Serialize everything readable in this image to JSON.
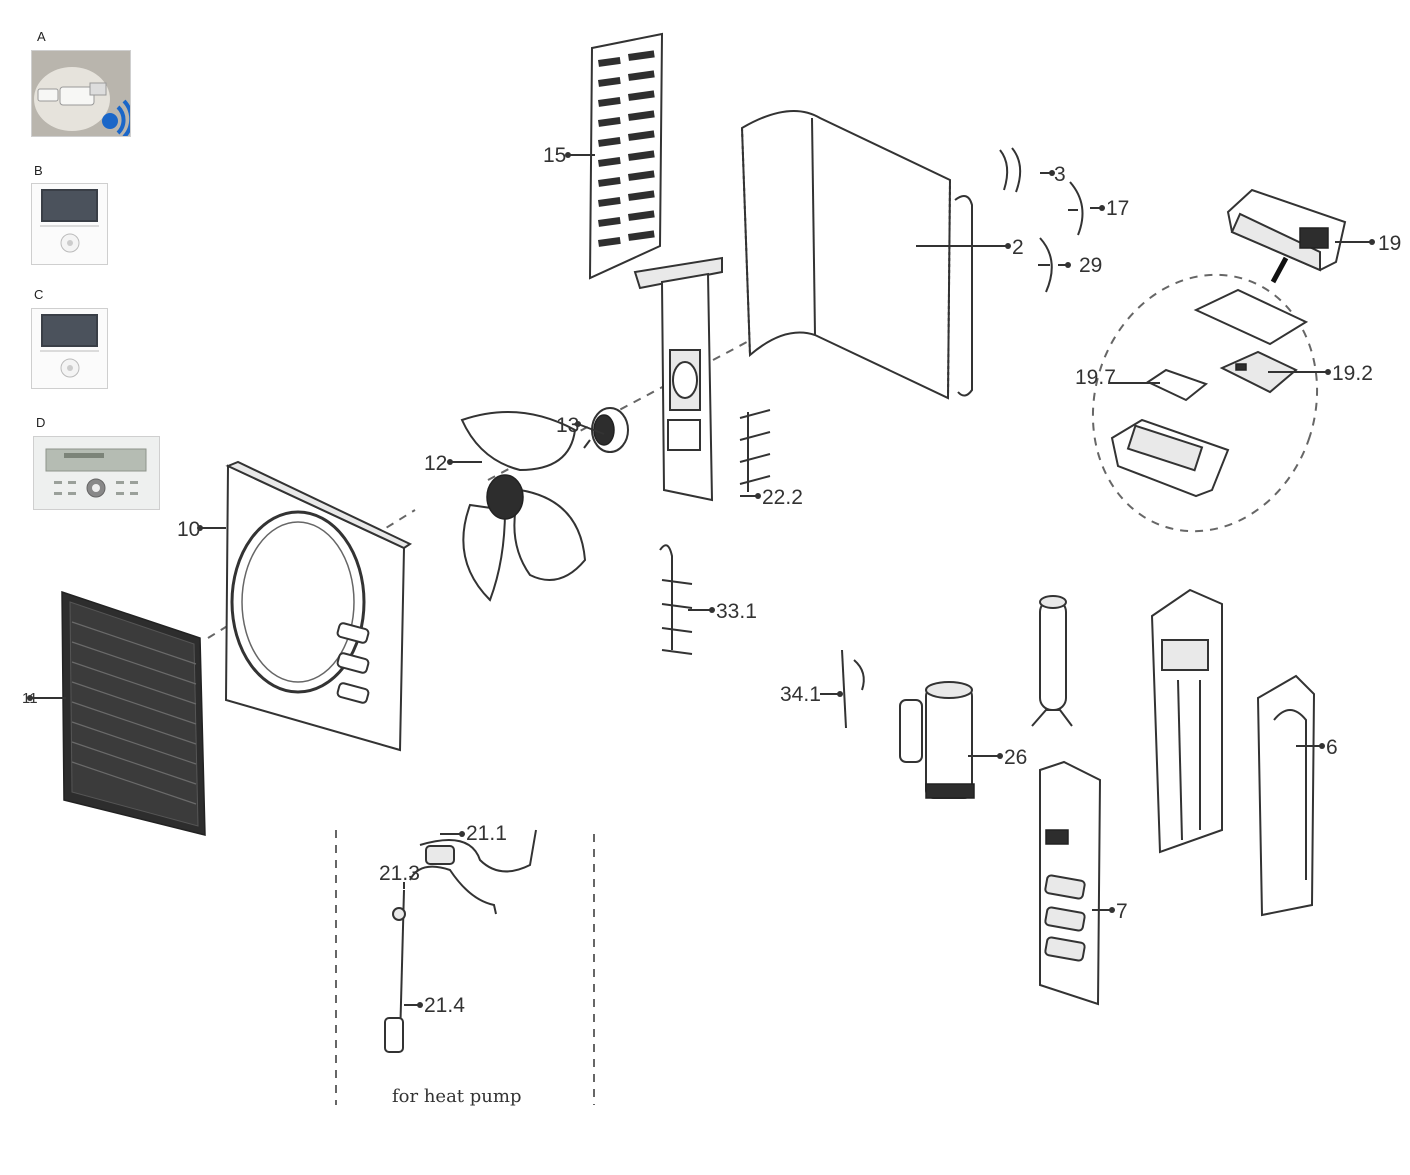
{
  "accessories": [
    {
      "letter": "A",
      "icon": "wifi-adapter-icon"
    },
    {
      "letter": "B",
      "icon": "wired-controller-icon"
    },
    {
      "letter": "C",
      "icon": "wired-controller-icon"
    },
    {
      "letter": "D",
      "icon": "wired-controller-lcd-icon"
    }
  ],
  "part_labels": {
    "p15": "15",
    "p3": "3",
    "p17": "17",
    "p2": "2",
    "p29": "29",
    "p19": "19",
    "p19_7": "19.7",
    "p19_2": "19.2",
    "p13": "13",
    "p12": "12",
    "p22_2": "22.2",
    "p10": "10",
    "p33_1": "33.1",
    "p11": "11",
    "p34_1": "34.1",
    "p26": "26",
    "p6": "6",
    "p7": "7",
    "p21_1": "21.1",
    "p21_3": "21.3",
    "p21_4": "21.4"
  },
  "caption": "for heat pump",
  "colors": {
    "line": "#333333",
    "wifi_accent": "#1a66c8",
    "screen": "#3a3f47"
  }
}
